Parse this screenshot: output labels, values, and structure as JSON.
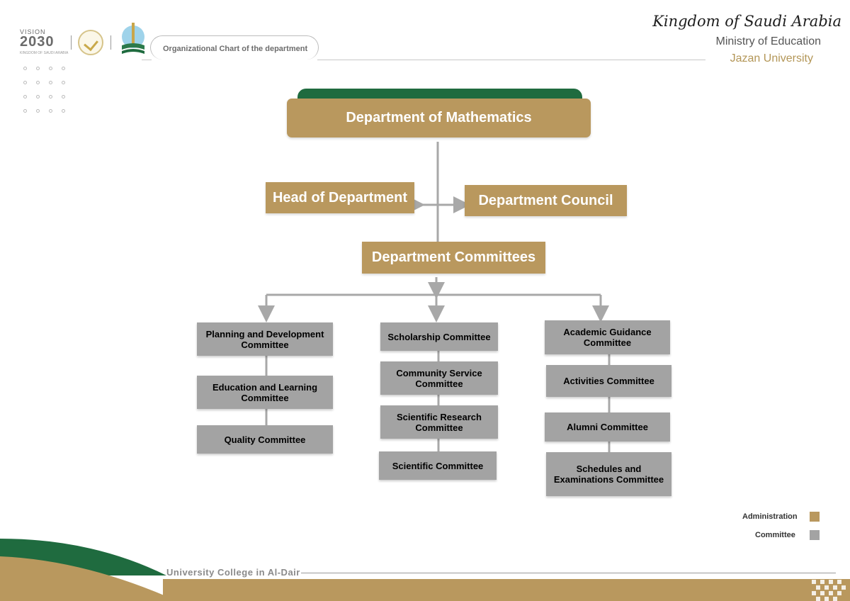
{
  "header": {
    "vision_small": "VISION",
    "vision_big": "2030",
    "vision_sub": "KINGDOM OF SAUDI ARABIA",
    "chart_title": "Organizational Chart of the department",
    "kingdom": "Kingdom of Saudi Arabia",
    "ministry": "Ministry of Education",
    "university": "Jazan University"
  },
  "org": {
    "top": "Department of Mathematics",
    "head": "Head of Department",
    "council": "Department Council",
    "committees": "Department Committees",
    "col1": [
      "Planning and Development Committee",
      "Education and Learning Committee",
      "Quality Committee"
    ],
    "col2": [
      "Scholarship Committee",
      "Community Service Committee",
      "Scientific Research Committee",
      "Scientific Committee"
    ],
    "col3": [
      "Academic Guidance Committee",
      "Activities Committee",
      "Alumni Committee",
      "Schedules and Examinations Committee"
    ]
  },
  "legend": {
    "admin": "Administration",
    "committee": "Committee",
    "admin_color": "#b9985e",
    "committee_color": "#a3a3a3"
  },
  "colors": {
    "brand_gold": "#b9985e",
    "brand_green": "#1f6b3f",
    "committee_gray": "#a3a3a3"
  },
  "footer": {
    "college": "University College in Al-Dair"
  }
}
